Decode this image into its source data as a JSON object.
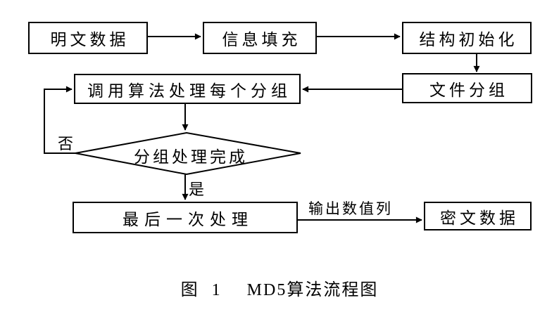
{
  "diagram": {
    "title_caption": "图 1  MD5算法流程图",
    "nodes": {
      "plaintext": "明文数据",
      "padding": "信息填充",
      "init": "结构初始化",
      "grouping": "文件分组",
      "process": "调用算法处理每个分组",
      "decision": "分组处理完成",
      "final": "最后一次处理",
      "ciphertext": "密文数据"
    },
    "edge_labels": {
      "no": "否",
      "yes": "是",
      "output": "输出数值列"
    },
    "colors": {
      "line": "#000000",
      "background": "#ffffff"
    }
  }
}
